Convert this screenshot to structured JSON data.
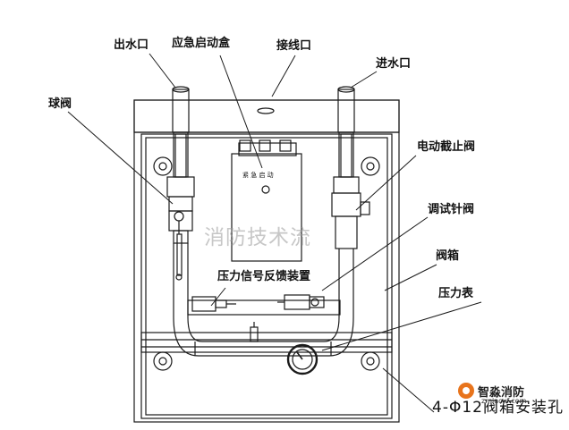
{
  "labels": {
    "water_outlet": "出水口",
    "emergency_start_box": "应急启动盒",
    "wiring_port": "接线口",
    "water_inlet": "进水口",
    "ball_valve": "球阀",
    "electric_stop_valve": "电动截止阀",
    "test_needle_valve": "调试针阀",
    "valve_box": "阀箱",
    "pressure_feedback_device": "压力信号反馈装置",
    "pressure_gauge": "压力表",
    "mounting_holes": "4-Φ12阀箱安装孔"
  },
  "box_panel_text": "紧 急 启 动",
  "watermark": "消防技术流",
  "brand": {
    "name": "智淼消防",
    "url": "zmiaoxf.com"
  },
  "colors": {
    "line": "#1a1a1a",
    "accent_orange": "#e8741c"
  }
}
